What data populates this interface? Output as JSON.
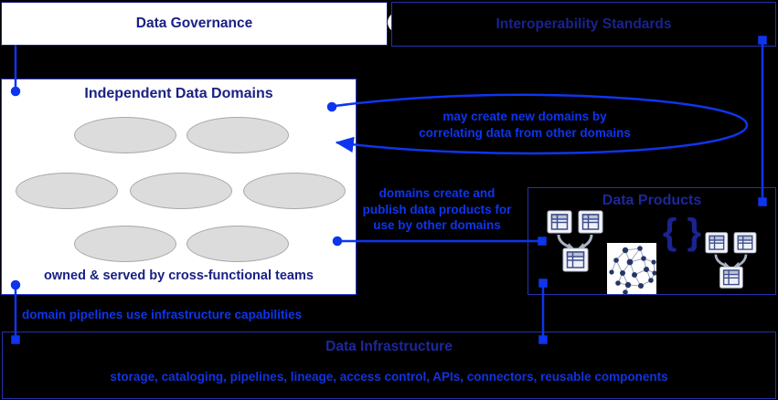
{
  "colors": {
    "background": "#000000",
    "accent_blue": "#0e35ee",
    "navy_title_on_white": "#1a2184",
    "navy_title_on_black": "#1d279c",
    "box_border_blue": "#2531b0",
    "domain_ellipse_fill": "#dcdcdc",
    "domain_ellipse_stroke": "#a8a8a8",
    "icon_navy": "#2c3a74"
  },
  "boxes": {
    "governance": {
      "title": "Data Governance"
    },
    "interoperability": {
      "title": "Interoperability Standards"
    },
    "domains": {
      "title": "Independent Data Domains",
      "caption": "owned & served by cross-functional teams",
      "ellipse_count": 7
    },
    "products": {
      "title": "Data Products",
      "braces": "{ }"
    },
    "infrastructure": {
      "title": "Data Infrastructure",
      "capabilities": "storage, cataloging, pipelines, lineage, access control, APIs, connectors, reusable components"
    }
  },
  "annotations": {
    "correlate": {
      "line1": "may create new domains by",
      "line2": "correlating data from other domains"
    },
    "publish": {
      "line1": "domains create and",
      "line2": "publish data products for",
      "line3": "use by other domains"
    },
    "pipelines": "domain pipelines use infrastructure capabilities"
  },
  "icons": {
    "puzzle_knob": "puzzle-knob-icon",
    "merge_tables": "tables-merge-icon",
    "network_graph": "network-graph-icon",
    "braces": "curly-braces-icon"
  }
}
